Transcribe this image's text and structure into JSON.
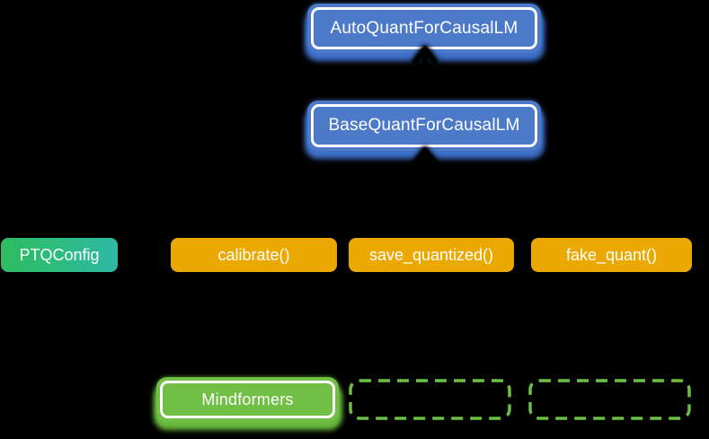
{
  "diagram": {
    "title": "quantization class diagram",
    "background_color": "#000000",
    "nodes": {
      "auto_quant": {
        "label": "AutoQuantForCausalLM",
        "fill": "#4c79c8",
        "border": "#ffffff",
        "text_color": "#ffffff",
        "shape": "rounded-framed"
      },
      "base_quant": {
        "label": "BaseQuantForCausalLM",
        "fill": "#4c79c8",
        "border": "#ffffff",
        "text_color": "#ffffff",
        "shape": "rounded-framed"
      },
      "ptq_config": {
        "label": "PTQConfig",
        "fill_gradient_start": "#2ebd5f",
        "fill_gradient_end": "#2eb9a4",
        "text_color": "#ffffff",
        "shape": "rounded"
      },
      "calibrate": {
        "label": "calibrate()",
        "fill": "#eaa800",
        "text_color": "#ffffff",
        "shape": "rounded"
      },
      "save_quantized": {
        "label": "save_quantized()",
        "fill": "#eaa800",
        "text_color": "#ffffff",
        "shape": "rounded"
      },
      "fake_quant": {
        "label": "fake_quant()",
        "fill": "#eaa800",
        "text_color": "#ffffff",
        "shape": "rounded"
      },
      "mindformers": {
        "label": "Mindformers",
        "fill": "#71bf45",
        "border": "#ffffff",
        "text_color": "#ffffff",
        "shape": "rounded-framed"
      },
      "placeholder_1": {
        "label": "",
        "border": "#6cbf45",
        "shape": "rounded-dashed-empty"
      },
      "placeholder_2": {
        "label": "",
        "border": "#6cbf45",
        "shape": "rounded-dashed-empty"
      }
    },
    "connectors": [
      {
        "name": "base-to-auto",
        "type": "up-arrow",
        "color": "#000000",
        "from": "BaseQuantForCausalLM",
        "to": "AutoQuantForCausalLM"
      },
      {
        "name": "methods-to-base",
        "type": "up-arrow",
        "color": "#000000",
        "from": "methods-row",
        "to": "BaseQuantForCausalLM"
      }
    ]
  }
}
